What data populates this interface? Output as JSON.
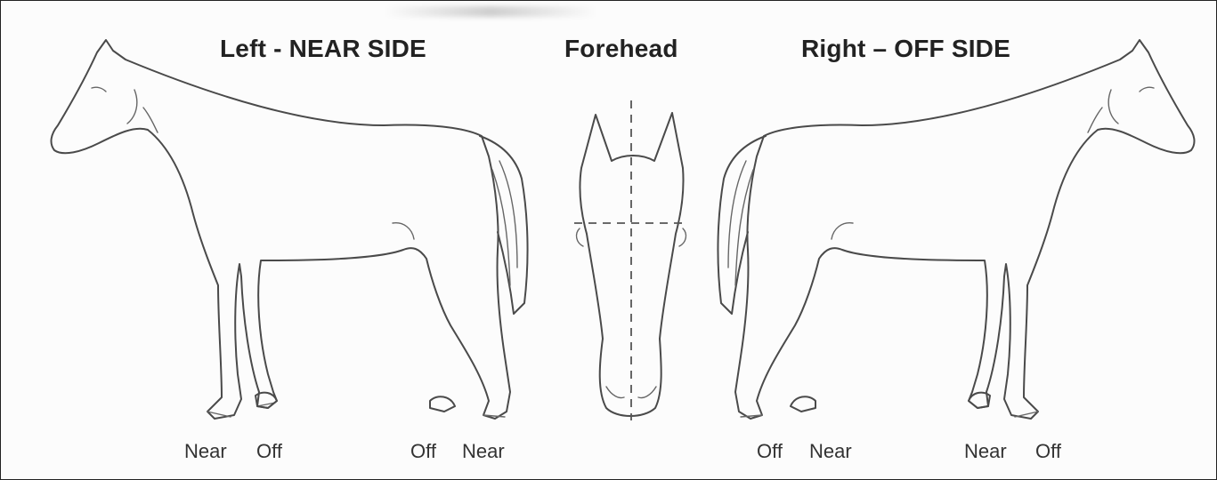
{
  "headings": {
    "left": "Left - NEAR SIDE",
    "forehead": "Forehead",
    "right": "Right – OFF SIDE"
  },
  "left_horse_legs": {
    "front_near": "Near",
    "front_off": "Off",
    "hind_off": "Off",
    "hind_near": "Near"
  },
  "right_horse_legs": {
    "hind_off": "Off",
    "hind_near": "Near",
    "front_near": "Near",
    "front_off": "Off"
  },
  "colors": {
    "line": "#4a4a4a",
    "background": "#fcfcfc",
    "text": "#222222"
  }
}
